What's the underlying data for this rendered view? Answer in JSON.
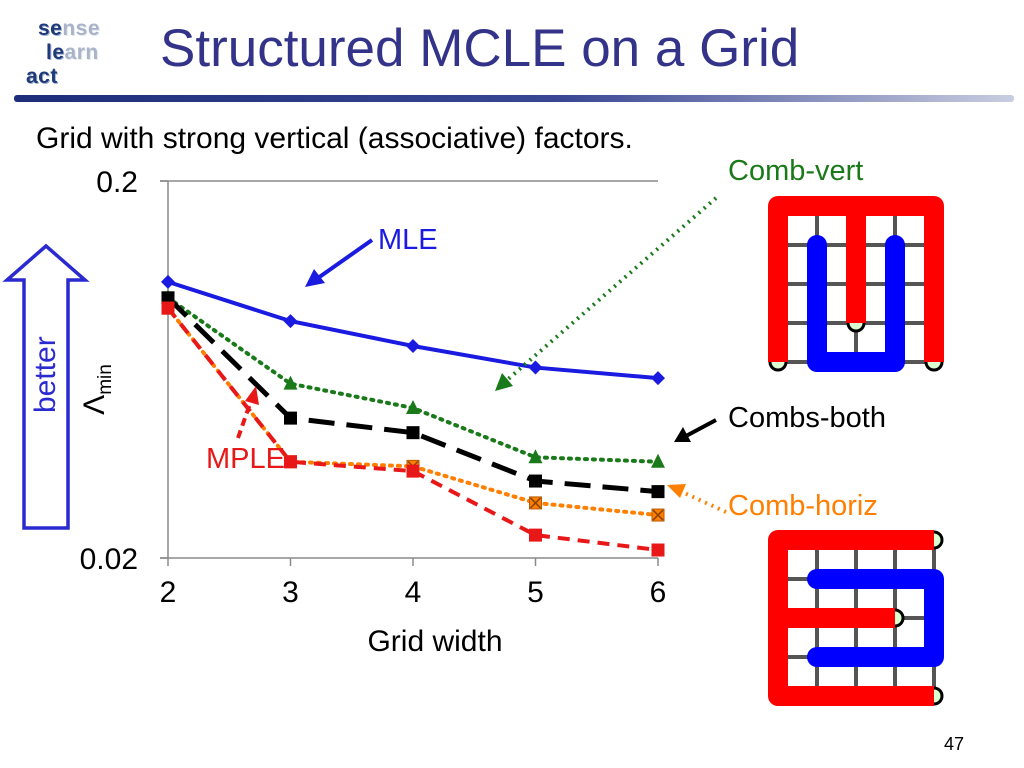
{
  "logo": {
    "row1_a": "se",
    "row1_b": "nse",
    "row2_a": "le",
    "row2_b": "arn",
    "row3_a": "act"
  },
  "title": "Structured MCLE on a Grid",
  "subtitle": "Grid with strong vertical (associative) factors.",
  "better_label": "better",
  "y_label_main": "Λ",
  "y_label_sub": "min",
  "page_number": "47",
  "colors": {
    "mle": "#1a1ae0",
    "comb_vert": "#1a7a1a",
    "combs_both": "#000000",
    "comb_horiz": "#ff7f00",
    "mple": "#e81818",
    "grid_red": "#ff0000",
    "grid_blue": "#0000ff"
  },
  "chart_data": {
    "type": "line",
    "x": [
      2,
      3,
      4,
      5,
      6
    ],
    "xlabel": "Grid width",
    "ylabel": "Λmin",
    "xticks": [
      "2",
      "3",
      "4",
      "5",
      "6"
    ],
    "yticks": [
      "0.02",
      "0.2"
    ],
    "yscale": "log",
    "ylim": [
      0.02,
      0.2
    ],
    "series": [
      {
        "name": "MLE",
        "values": [
          0.108,
          0.085,
          0.073,
          0.064,
          0.06
        ],
        "color": "#1a1ae0",
        "marker": "diamond",
        "line": "solid"
      },
      {
        "name": "Comb-vert",
        "values": [
          0.098,
          0.058,
          0.05,
          0.037,
          0.036
        ],
        "color": "#1a7a1a",
        "marker": "triangle",
        "line": "dotted"
      },
      {
        "name": "Combs-both",
        "values": [
          0.098,
          0.047,
          0.043,
          0.032,
          0.03
        ],
        "color": "#000000",
        "marker": "square",
        "line": "longdash"
      },
      {
        "name": "Comb-horiz",
        "values": [
          0.092,
          0.036,
          0.035,
          0.028,
          0.026
        ],
        "color": "#ff7f00",
        "marker": "xsquare",
        "line": "dotted"
      },
      {
        "name": "MPLE",
        "values": [
          0.092,
          0.036,
          0.034,
          0.023,
          0.021
        ],
        "color": "#e81818",
        "marker": "square",
        "line": "dashed"
      }
    ]
  }
}
